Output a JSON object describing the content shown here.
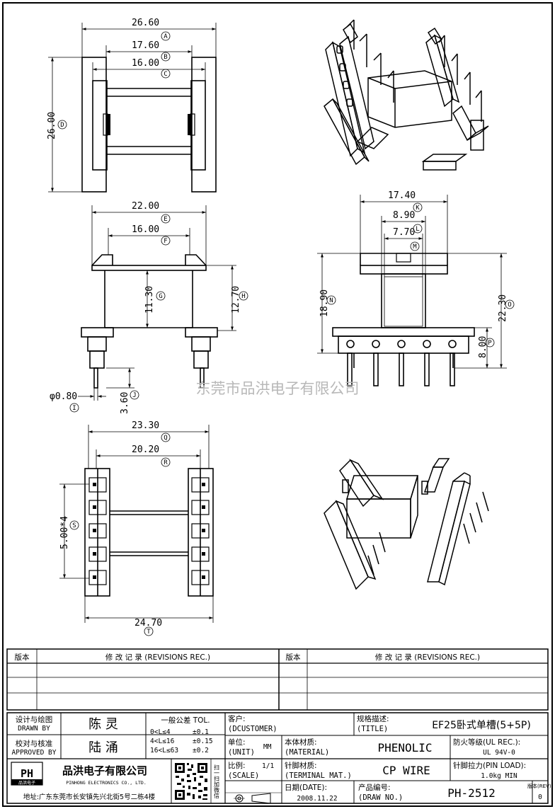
{
  "watermark": "东莞市品洪电子有限公司",
  "dimensions": {
    "A": "26.60",
    "B": "17.60",
    "C": "16.00",
    "D": "26.00",
    "E": "22.00",
    "F": "16.00",
    "G": "11.30",
    "H": "12.70",
    "I": "φ0.80",
    "J": "3.60",
    "K": "17.40",
    "L": "8.90",
    "M": "7.70",
    "N": "18.90",
    "O": "22.30",
    "P": "8.00",
    "Q": "23.30",
    "R": "20.20",
    "S": "5.00*4",
    "T": "24.70"
  },
  "letters": [
    "A",
    "B",
    "C",
    "D",
    "E",
    "F",
    "G",
    "H",
    "I",
    "J",
    "K",
    "L",
    "M",
    "N",
    "O",
    "P",
    "Q",
    "R",
    "S",
    "T"
  ],
  "revisions": {
    "col_version": "版本",
    "col_record": "修 改 记 录 (REVISIONS REC.)"
  },
  "title_block": {
    "designer_label_cn": "设计与绘图",
    "designer_label_en": "DRAWN BY",
    "designer": "陈 灵",
    "approver_label_cn": "校对与核准",
    "approver_label_en": "APPROVED BY",
    "approver": "陆 涌",
    "tol_title": "一般公差 TOL.",
    "tol_rows": [
      {
        "range": "0<L≤4",
        "tol": "±0.1"
      },
      {
        "range": "4<L≤16",
        "tol": "±0.15"
      },
      {
        "range": "16<L≤63",
        "tol": "±0.2"
      }
    ],
    "customer_label_cn": "客户:",
    "customer_label_en": "(DCUSTOMER)",
    "spec_label_cn": "规格描述:",
    "spec_label_en": "(TITLE)",
    "spec_value": "EF25卧式单槽(5+5P)",
    "unit_label_cn": "单位:",
    "unit_label_en": "(UNIT)",
    "unit_value": "MM",
    "material_label_cn": "本体材质:",
    "material_label_en": "(MATERIAL)",
    "material_value": "PHENOLIC",
    "ul_label": "防火等级(UL REC.):",
    "ul_value": "UL 94V-0",
    "scale_label_cn": "比例:",
    "scale_label_en": "(SCALE)",
    "scale_value": "1/1",
    "terminal_label_cn": "针脚材质:",
    "terminal_label_en": "(TERMINAL MAT.)",
    "terminal_value": "CP WIRE",
    "pinload_label": "针脚拉力(PIN LOAD):",
    "pinload_value": "1.0kg MIN",
    "date_label_cn": "日期(DATE):",
    "date_value": "2008.11.22",
    "drawno_label_cn": "产品编号:",
    "drawno_label_en": "(DRAW NO.)",
    "drawno_value": "PH-2512",
    "rev_label_cn": "版本(REV):",
    "rev_value": "0",
    "company_logo": "PH",
    "company_logo_sub": "品洪电子",
    "company_cn": "品洪电子有限公司",
    "company_en": "PINHONG ELECTRONICS CO., LTD.",
    "address": "地址:广东东莞市长安镇先兴北街5号二栋4楼",
    "qr_caption": "扫一扫加微信"
  }
}
